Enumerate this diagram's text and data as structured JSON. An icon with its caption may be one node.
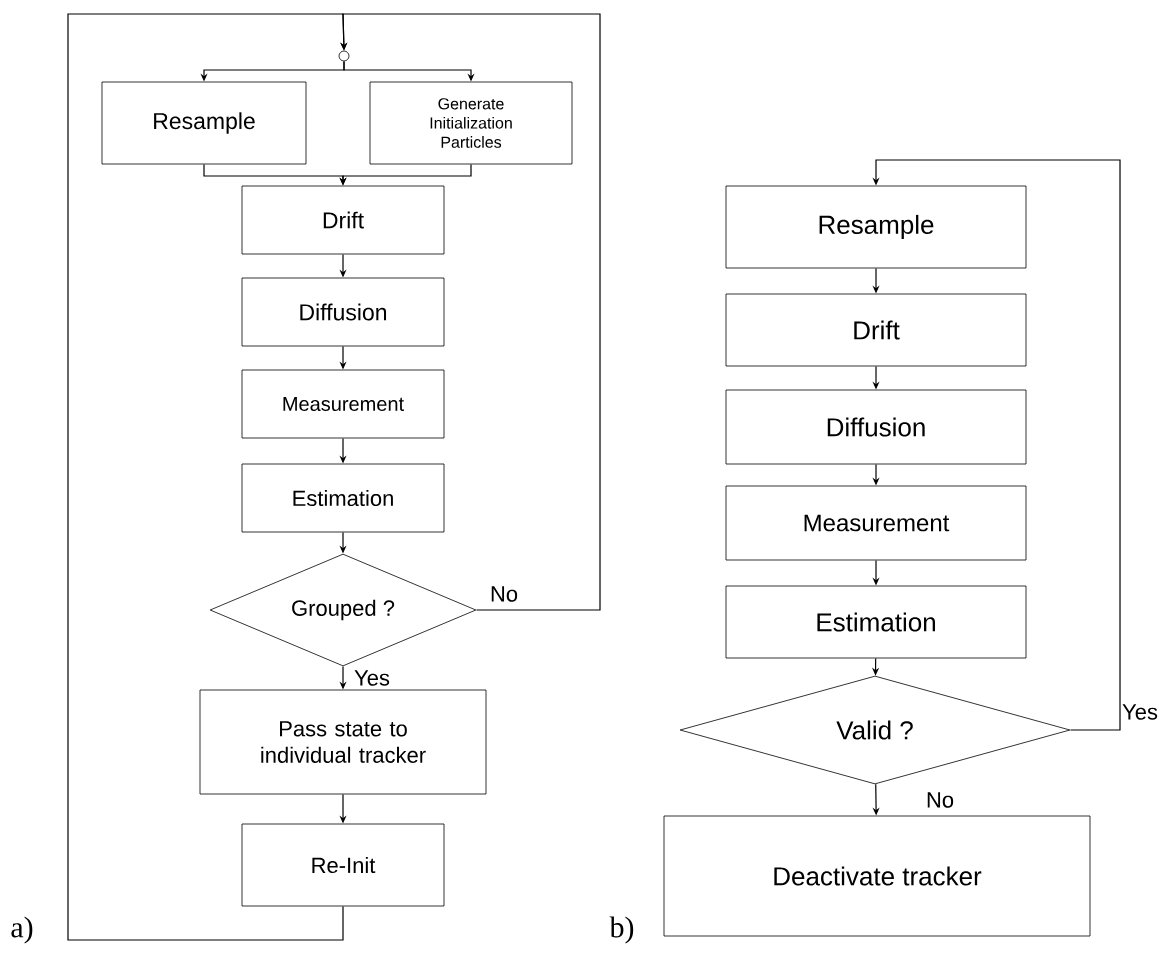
{
  "diagram": {
    "nodes": [
      {
        "text": [],
        "shape": "circle"
      },
      {
        "text": [
          "Resample"
        ]
      },
      {
        "text": [
          "Generate Initialization Particles"
        ]
      },
      {
        "text": [
          "Drift"
        ]
      },
      {
        "text": [
          "Diffusion"
        ]
      },
      {
        "text": [
          "Measurement"
        ]
      },
      {
        "text": [
          "Estimation"
        ]
      },
      {
        "text": [
          "Grouped ?"
        ]
      },
      {
        "text": [
          "Pass state to individual tracker"
        ]
      },
      {
        "text": [
          "Re-Init"
        ]
      },
      {
        "text": [
          "Resample"
        ]
      },
      {
        "text": [
          "Drift"
        ]
      },
      {
        "text": [
          "Diffusion"
        ]
      },
      {
        "text": [
          "Measurement"
        ]
      },
      {
        "text": [
          "Estimation"
        ]
      },
      {
        "text": [
          "Valid ?"
        ]
      },
      {
        "text": [
          "Deactivate tracker"
        ]
      }
    ],
    "edges": [
      {
        "from": 9,
        "to": 0,
        "arrow": "to"
      },
      {
        "from": 7,
        "to": 0,
        "arrow": "to",
        "label": "No"
      },
      {
        "from": 0,
        "to": 1,
        "arrow": "to"
      },
      {
        "from": 0,
        "to": 2,
        "arrow": "to"
      },
      {
        "from": 1,
        "to": 3,
        "arrow": "to"
      },
      {
        "from": 2,
        "to": 3,
        "arrow": "to"
      },
      {
        "from": 3,
        "to": 4,
        "arrow": "to"
      },
      {
        "from": 4,
        "to": 5,
        "arrow": "to"
      },
      {
        "from": 5,
        "to": 6,
        "arrow": "to"
      },
      {
        "from": 6,
        "to": 7,
        "arrow": "to"
      },
      {
        "from": 7,
        "to": 8,
        "arrow": "to",
        "label": "Yes"
      },
      {
        "from": 8,
        "to": 9,
        "arrow": "to"
      },
      {
        "from": 10,
        "to": 11,
        "arrow": "to"
      },
      {
        "from": 11,
        "to": 12,
        "arrow": "to"
      },
      {
        "from": 12,
        "to": 13,
        "arrow": "to"
      },
      {
        "from": 13,
        "to": 14,
        "arrow": "to"
      },
      {
        "from": 14,
        "to": 15,
        "arrow": "to"
      },
      {
        "from": 15,
        "to": 10,
        "arrow": "to",
        "label": "Yes"
      },
      {
        "from": 15,
        "to": 16,
        "arrow": "to",
        "label": "No"
      }
    ],
    "labels": [
      "a)",
      "b)"
    ]
  }
}
